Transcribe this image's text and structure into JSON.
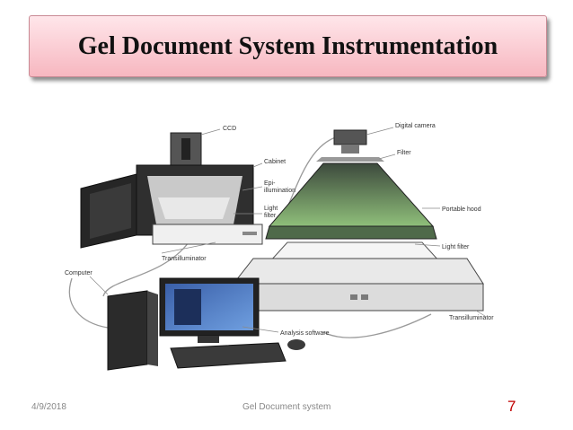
{
  "slide": {
    "title": "Gel Document System Instrumentation",
    "footer_date": "4/9/2018",
    "footer_text": "Gel Document system",
    "slide_number": "7",
    "title_color": "#111111",
    "title_bg": "#f7b7c0",
    "number_color": "#c00000"
  },
  "figure": {
    "labels": {
      "ccd": "CCD",
      "cabinet": "Cabinet",
      "epi": "Epi-",
      "illumination": "illumination",
      "light": "Light",
      "filter_word": "filter",
      "transilluminator_left": "Transilluminator",
      "digital_camera": "Digital camera",
      "filter": "Filter",
      "portable_hood": "Portable hood",
      "light_filter": "Light filter",
      "computer": "Computer",
      "transilluminator_right": "Transilluminator",
      "analysis_software": "Analysis software"
    }
  }
}
